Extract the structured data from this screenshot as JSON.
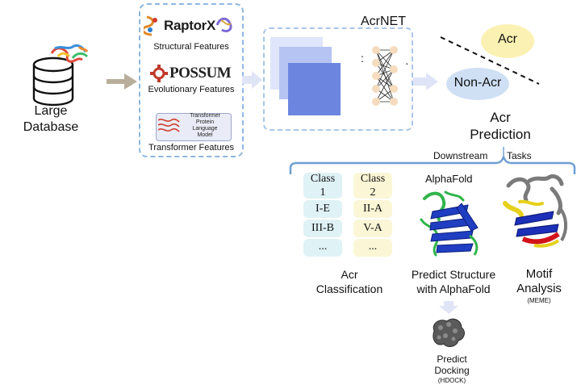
{
  "database": {
    "label_line1": "Large",
    "label_line2": "Database"
  },
  "features": {
    "raptorx": {
      "logo_text": "RaptorX",
      "caption": "Structural Features"
    },
    "possum": {
      "logo_text": "POSSUM",
      "caption": "Evolutionary Features"
    },
    "transformer": {
      "box_lines": [
        "Transformer",
        "Protein",
        "Language",
        "Model"
      ],
      "caption": "Transformer Features"
    }
  },
  "acrnet": {
    "title": "AcrNET"
  },
  "prediction": {
    "acr": "Acr",
    "non_acr": "Non-Acr",
    "title_line1": "Acr",
    "title_line2": "Prediction"
  },
  "downstream": {
    "left": "Downstream",
    "right": "Tasks"
  },
  "classification": {
    "class1": {
      "head": "Class",
      "num": "1",
      "items": [
        "I-E",
        "III-B",
        "..."
      ]
    },
    "class2": {
      "head": "Class",
      "num": "2",
      "items": [
        "II-A",
        "V-A",
        "..."
      ]
    },
    "title_line1": "Acr",
    "title_line2": "Classification"
  },
  "alphafold": {
    "label": "AlphaFold",
    "title_line1": "Predict Structure",
    "title_line2": "with AlphaFold"
  },
  "motif": {
    "title_line1": "Motif",
    "title_line2": "Analysis",
    "tool": "(MEME)"
  },
  "docking": {
    "title_line1": "Predict",
    "title_line2": "Docking",
    "tool": "(HDOCK)"
  },
  "colors": {
    "dashed_border": "#8fb7df",
    "network_square": "#6c86e0",
    "acr_fill": "#fbf1b3",
    "nonacr_fill": "#cfe0f5",
    "class1_fill": "#dff2f6",
    "class2_fill": "#fbf6d6",
    "bracket": "#6f9fd3"
  }
}
